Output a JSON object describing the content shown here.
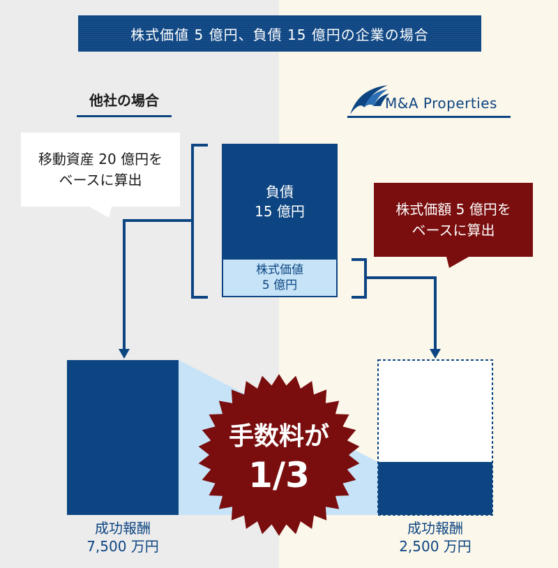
{
  "title": "株式価値 5 億円、負債 15 億円の企業の場合",
  "left_section": {
    "label": "他社の場合",
    "callout_line1": "移動資産 20 億円を",
    "callout_line2": "ベースに算出",
    "fee_label": "成功報酬",
    "fee_amount": "7,500 万円"
  },
  "right_section": {
    "logo_text": "M&A Properties",
    "callout_line1": "株式価額 5 億円を",
    "callout_line2": "ベースに算出",
    "fee_label": "成功報酬",
    "fee_amount": "2,500 万円"
  },
  "center_blocks": {
    "debt_label": "負債",
    "debt_amount": "15 億円",
    "equity_label": "株式価値",
    "equity_amount": "5 億円"
  },
  "badge": {
    "line1": "手数料が",
    "line2": "1/3"
  },
  "colors": {
    "navy": "#0d4582",
    "light_blue": "#c6e3f8",
    "dark_red": "#7a0e0e",
    "left_background": "#ececec",
    "right_background": "#fbf7ea"
  }
}
